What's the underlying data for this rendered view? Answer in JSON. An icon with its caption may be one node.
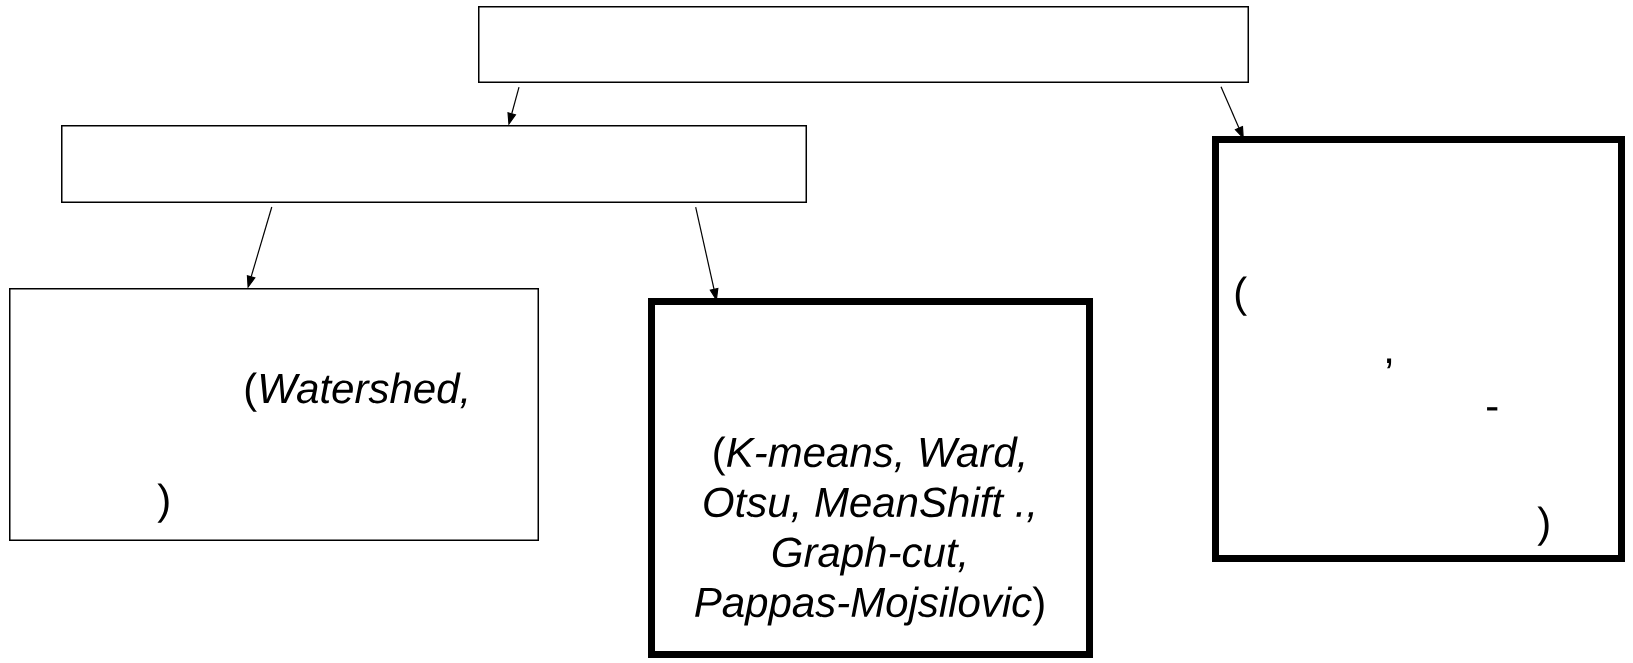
{
  "diagram": {
    "nodes": [
      {
        "text": [],
        "shape": "box"
      },
      {
        "text": [],
        "shape": "box"
      },
      {
        "text": [
          "(*Watershed,*",
          ")"
        ]
      },
      {
        "text": [
          "(*K-means, Ward, Otsu, MeanShift ., Graph-cut, Pappas-Mojsilovic*)"
        ]
      },
      {
        "text": [
          "(",
          ",",
          "-",
          ")"
        ]
      }
    ],
    "edges": [
      {
        "from": 0,
        "to": 1,
        "arrow": "to"
      },
      {
        "from": 0,
        "to": 4,
        "arrow": "to"
      },
      {
        "from": 1,
        "to": 2,
        "arrow": "to"
      },
      {
        "from": 1,
        "to": 3,
        "arrow": "to"
      }
    ]
  }
}
